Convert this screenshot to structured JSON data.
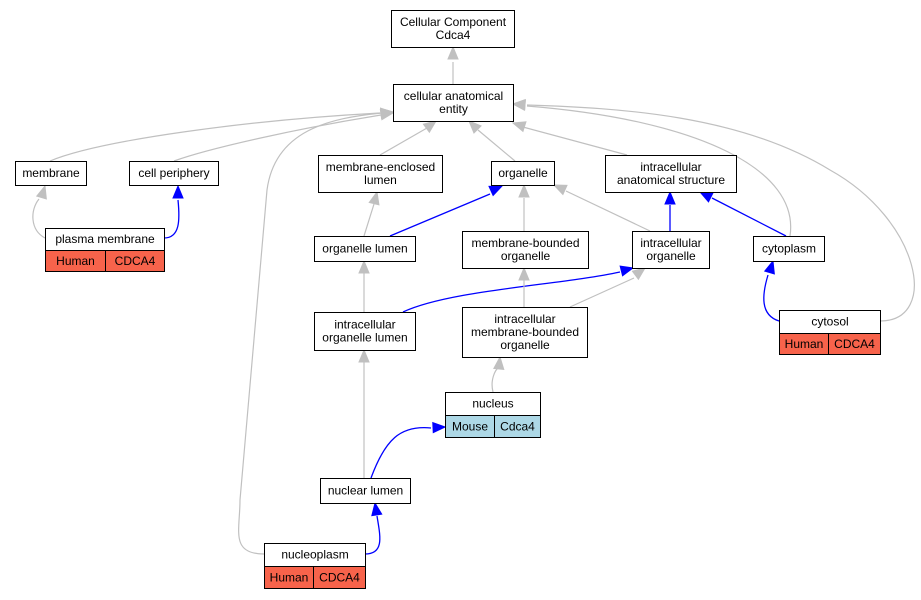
{
  "nodes": {
    "root": {
      "lines": [
        "Cellular Component",
        "Cdca4"
      ]
    },
    "cae": {
      "lines": [
        "cellular anatomical",
        "entity"
      ]
    },
    "membrane": {
      "lines": [
        "membrane"
      ]
    },
    "cell_periphery": {
      "lines": [
        "cell periphery"
      ]
    },
    "mel": {
      "lines": [
        "membrane-enclosed",
        "lumen"
      ]
    },
    "organelle": {
      "lines": [
        "organelle"
      ]
    },
    "ias": {
      "lines": [
        "intracellular",
        "anatomical structure"
      ]
    },
    "plasma_membrane": {
      "lines": [
        "plasma membrane"
      ],
      "annotation": [
        "Human",
        "CDCA4"
      ]
    },
    "organelle_lumen": {
      "lines": [
        "organelle lumen"
      ]
    },
    "mbo": {
      "lines": [
        "membrane-bounded",
        "organelle"
      ]
    },
    "intra_organelle": {
      "lines": [
        "intracellular",
        "organelle"
      ]
    },
    "cytoplasm": {
      "lines": [
        "cytoplasm"
      ]
    },
    "iol": {
      "lines": [
        "intracellular",
        "organelle lumen"
      ]
    },
    "imbo": {
      "lines": [
        "intracellular",
        "membrane-bounded",
        "organelle"
      ]
    },
    "cytosol": {
      "lines": [
        "cytosol"
      ],
      "annotation": [
        "Human",
        "CDCA4"
      ]
    },
    "nucleus": {
      "lines": [
        "nucleus"
      ],
      "annotation": [
        "Mouse",
        "Cdca4"
      ]
    },
    "nuclear_lumen": {
      "lines": [
        "nuclear lumen"
      ]
    },
    "nucleoplasm": {
      "lines": [
        "nucleoplasm"
      ],
      "annotation": [
        "Human",
        "CDCA4"
      ]
    }
  },
  "edges": [
    {
      "from": "cae",
      "to": "root",
      "kind": "is_a"
    },
    {
      "from": "membrane",
      "to": "cae",
      "kind": "is_a"
    },
    {
      "from": "cell_periphery",
      "to": "cae",
      "kind": "is_a"
    },
    {
      "from": "mel",
      "to": "cae",
      "kind": "is_a"
    },
    {
      "from": "organelle",
      "to": "cae",
      "kind": "is_a"
    },
    {
      "from": "ias",
      "to": "cae",
      "kind": "is_a"
    },
    {
      "from": "cytoplasm",
      "to": "cae",
      "kind": "is_a"
    },
    {
      "from": "cytosol",
      "to": "cae",
      "kind": "is_a"
    },
    {
      "from": "nucleoplasm",
      "to": "cae",
      "kind": "is_a"
    },
    {
      "from": "plasma_membrane",
      "to": "membrane",
      "kind": "is_a"
    },
    {
      "from": "plasma_membrane",
      "to": "cell_periphery",
      "kind": "part_of"
    },
    {
      "from": "organelle_lumen",
      "to": "mel",
      "kind": "is_a"
    },
    {
      "from": "organelle_lumen",
      "to": "organelle",
      "kind": "part_of"
    },
    {
      "from": "mbo",
      "to": "organelle",
      "kind": "is_a"
    },
    {
      "from": "intra_organelle",
      "to": "organelle",
      "kind": "is_a"
    },
    {
      "from": "intra_organelle",
      "to": "ias",
      "kind": "part_of"
    },
    {
      "from": "cytoplasm",
      "to": "ias",
      "kind": "part_of"
    },
    {
      "from": "iol",
      "to": "organelle_lumen",
      "kind": "is_a"
    },
    {
      "from": "iol",
      "to": "intra_organelle",
      "kind": "part_of"
    },
    {
      "from": "imbo",
      "to": "mbo",
      "kind": "is_a"
    },
    {
      "from": "imbo",
      "to": "intra_organelle",
      "kind": "is_a"
    },
    {
      "from": "cytosol",
      "to": "cytoplasm",
      "kind": "part_of"
    },
    {
      "from": "nucleus",
      "to": "imbo",
      "kind": "is_a"
    },
    {
      "from": "nuclear_lumen",
      "to": "iol",
      "kind": "is_a"
    },
    {
      "from": "nuclear_lumen",
      "to": "nucleus",
      "kind": "part_of"
    },
    {
      "from": "nucleoplasm",
      "to": "nuclear_lumen",
      "kind": "part_of"
    }
  ],
  "colors": {
    "human_annotation": "#f7634b",
    "mouse_annotation": "#add8e6",
    "is_a_edge": "#c0c0c0",
    "part_of_edge": "#0000ff",
    "node_fill": "#ffffff"
  }
}
